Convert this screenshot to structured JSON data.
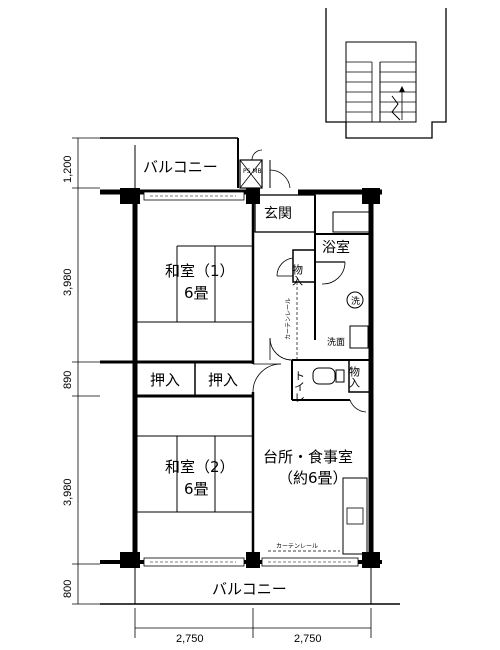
{
  "rooms": {
    "balcony_top": "バルコニー",
    "balcony_bottom": "バルコニー",
    "entrance": "玄関",
    "bath": "浴室",
    "storage_upper": "物入",
    "storage_lower": "物入",
    "washroom": "洗面",
    "washer": "洗",
    "toilet": "トイレ",
    "washitsu1_name": "和室（1）",
    "washitsu1_size": "6畳",
    "washitsu2_name": "和室（2）",
    "washitsu2_size": "6畳",
    "closet_left": "押入",
    "closet_right": "押入",
    "kitchen_name": "台所・食事室",
    "kitchen_size": "（約6畳）",
    "ps_mb": "PS MB"
  },
  "rails": {
    "curtain_vertical": "カーテンレール",
    "curtain_bottom": "カーテンレール"
  },
  "dimensions": {
    "left": [
      "1,200",
      "3,980",
      "890",
      "3,980",
      "800"
    ],
    "bottom": [
      "2,750",
      "2,750"
    ]
  }
}
